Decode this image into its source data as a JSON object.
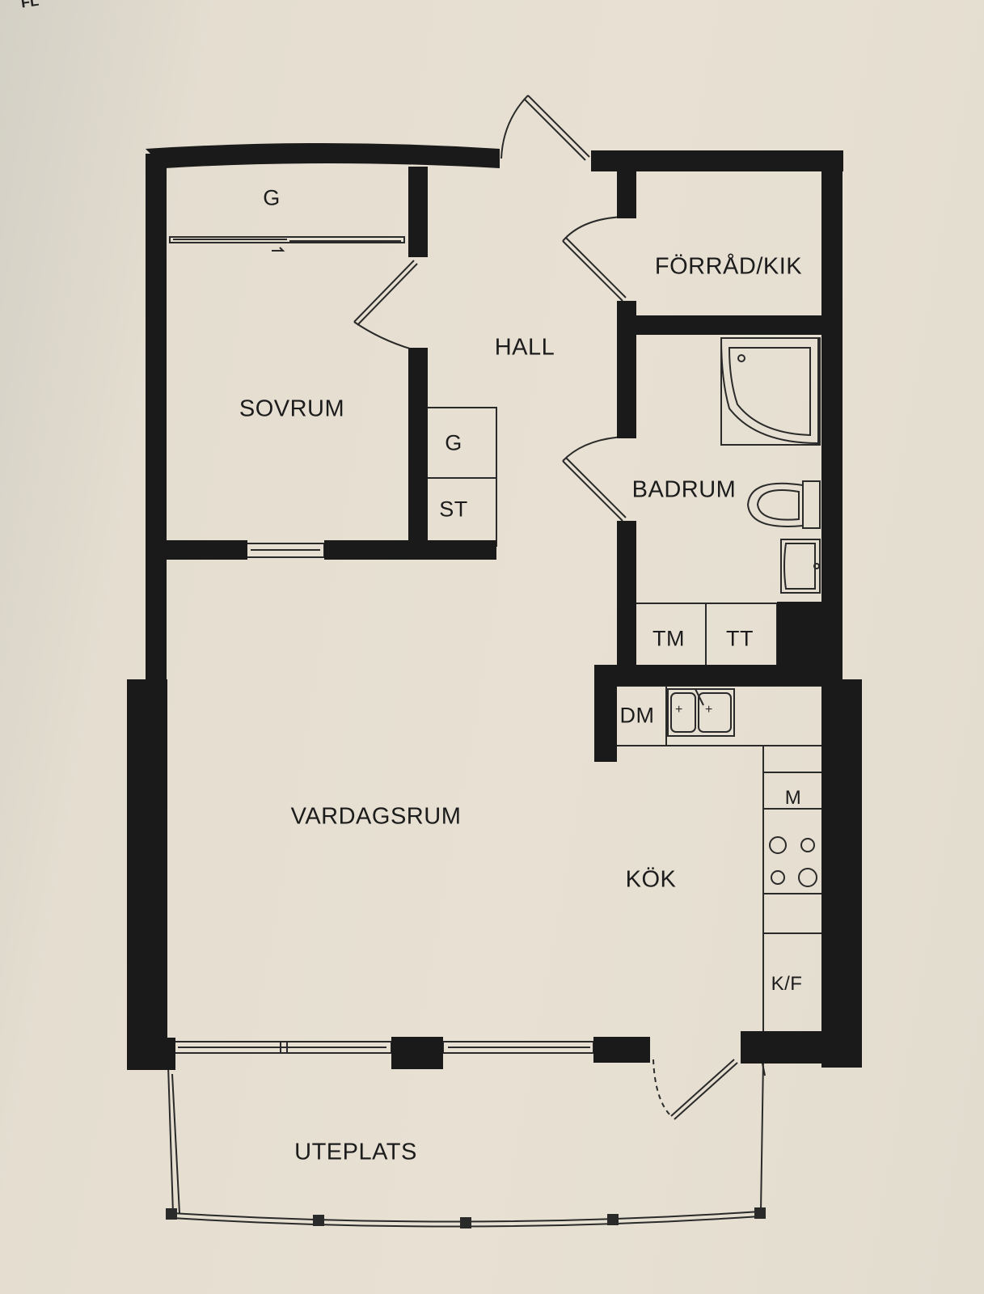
{
  "header": {
    "corner_text": "FL"
  },
  "rooms": {
    "sovrum": "SOVRUM",
    "hall": "HALL",
    "forrad": "FÖRRÅD/KIK",
    "badrum": "BADRUM",
    "vardagsrum": "VARDAGSRUM",
    "kok": "KÖK",
    "uteplats": "UTEPLATS"
  },
  "fixtures": {
    "wardrobe_bedroom": "G",
    "wardrobe_hall": "G",
    "storage_hall": "ST",
    "washer": "TM",
    "dryer": "TT",
    "dishwasher": "DM",
    "microwave": "M",
    "fridge_freezer": "K/F"
  },
  "colors": {
    "wall": "#1a1a1a",
    "paper": "#e6dfd2",
    "line": "#2a2a2a"
  }
}
